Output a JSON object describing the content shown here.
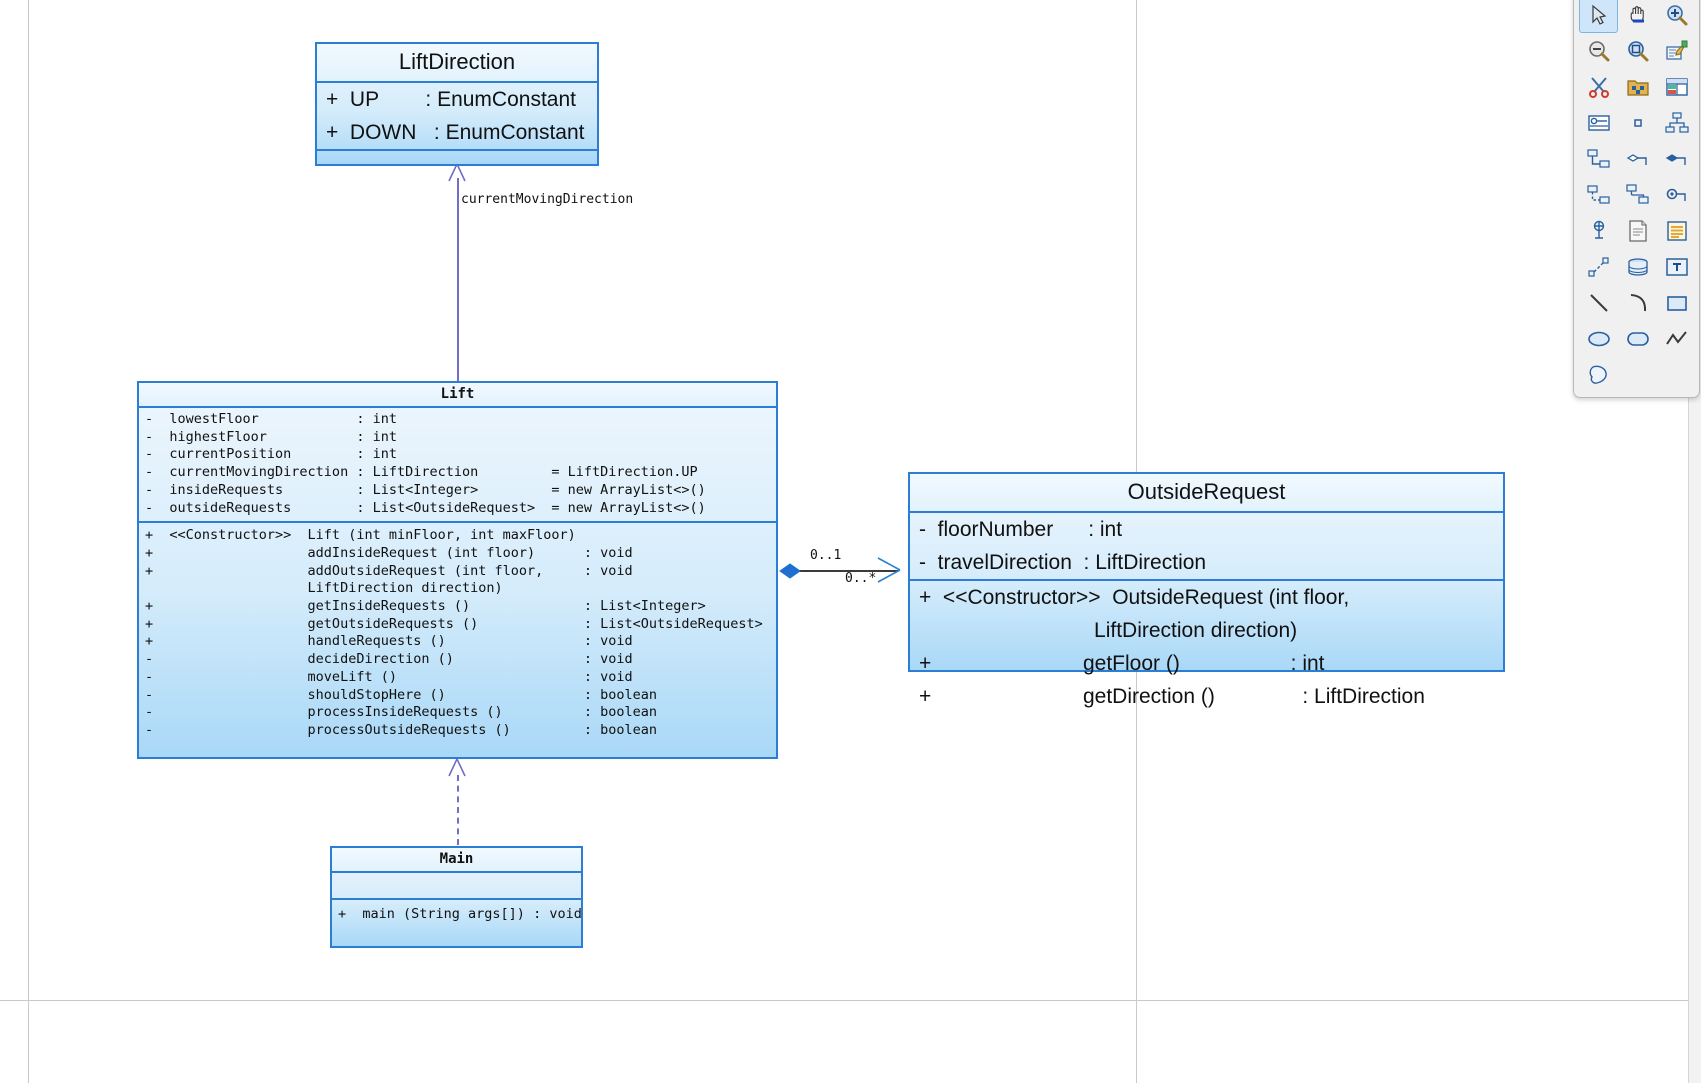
{
  "diagram": {
    "type": "uml-class-diagram",
    "classes": [
      {
        "id": "liftdirection",
        "name": "LiftDirection",
        "style": "sans",
        "attributes": [
          "+  UP        : EnumConstant",
          "+  DOWN   : EnumConstant"
        ],
        "operations": []
      },
      {
        "id": "lift",
        "name": "Lift",
        "style": "mono",
        "attributes": [
          "-  lowestFloor            : int",
          "-  highestFloor           : int",
          "-  currentPosition        : int",
          "-  currentMovingDirection : LiftDirection         = LiftDirection.UP",
          "-  insideRequests         : List<Integer>         = new ArrayList<>()",
          "-  outsideRequests        : List<OutsideRequest>  = new ArrayList<>()"
        ],
        "operations": [
          "+  <<Constructor>>  Lift (int minFloor, int maxFloor)",
          "+                   addInsideRequest (int floor)      : void",
          "+                   addOutsideRequest (int floor,     : void",
          "                    LiftDirection direction)",
          "+                   getInsideRequests ()              : List<Integer>",
          "+                   getOutsideRequests ()             : List<OutsideRequest>",
          "+                   handleRequests ()                 : void",
          "-                   decideDirection ()                : void",
          "-                   moveLift ()                       : void",
          "-                   shouldStopHere ()                 : boolean",
          "-                   processInsideRequests ()          : boolean",
          "-                   processOutsideRequests ()         : boolean"
        ]
      },
      {
        "id": "outsiderequest",
        "name": "OutsideRequest",
        "style": "sans",
        "attributes": [
          "-  floorNumber      : int",
          "-  travelDirection  : LiftDirection"
        ],
        "operations": [
          "+  <<Constructor>>  OutsideRequest (int floor,",
          "                              LiftDirection direction)",
          "+                          getFloor ()                   : int",
          "+                          getDirection ()               : LiftDirection"
        ]
      },
      {
        "id": "main",
        "name": "Main",
        "style": "mono",
        "attributes": [],
        "operations": [
          "+  main (String args[]) : void"
        ]
      }
    ],
    "relationships": [
      {
        "id": "lift-liftdirection",
        "from": "Lift",
        "to": "LiftDirection",
        "kind": "association",
        "label": "currentMovingDirection"
      },
      {
        "id": "lift-outsiderequest",
        "from": "Lift",
        "to": "OutsideRequest",
        "kind": "aggregation",
        "source_multiplicity": "0..1",
        "target_multiplicity": "0..*"
      },
      {
        "id": "main-lift",
        "from": "Main",
        "to": "Lift",
        "kind": "dependency",
        "label": ""
      }
    ]
  },
  "toolbar": {
    "selected_index": 0,
    "tools": [
      {
        "name": "select-pointer-tool",
        "icon": "cursor-arrow-icon"
      },
      {
        "name": "pan-hand-tool",
        "icon": "hand-icon"
      },
      {
        "name": "zoom-in-tool",
        "icon": "magnifier-plus-icon"
      },
      {
        "name": "zoom-out-tool",
        "icon": "magnifier-minus-icon"
      },
      {
        "name": "zoom-fit-tool",
        "icon": "magnifier-fit-icon"
      },
      {
        "name": "annotate-note-tool",
        "icon": "note-pencil-icon"
      },
      {
        "name": "cut-tool",
        "icon": "scissors-icon"
      },
      {
        "name": "package-tool",
        "icon": "package-folder-icon"
      },
      {
        "name": "class-table-tool",
        "icon": "class-table-icon"
      },
      {
        "name": "interface-tool",
        "icon": "interface-icon"
      },
      {
        "name": "small-square-tool",
        "icon": "small-square-icon"
      },
      {
        "name": "hierarchy-tool",
        "icon": "hierarchy-icon"
      },
      {
        "name": "generalization-tool",
        "icon": "generalization-icon"
      },
      {
        "name": "aggregation-tool",
        "icon": "aggregation-diamond-icon"
      },
      {
        "name": "composition-tool",
        "icon": "composition-diamond-icon"
      },
      {
        "name": "realization-tool",
        "icon": "realization-icon"
      },
      {
        "name": "dependency-tool",
        "icon": "dependency-icon"
      },
      {
        "name": "port-link-tool",
        "icon": "port-link-icon"
      },
      {
        "name": "anchor-point-tool",
        "icon": "anchor-point-icon"
      },
      {
        "name": "document-tool",
        "icon": "document-icon"
      },
      {
        "name": "note-tool",
        "icon": "note-lines-icon"
      },
      {
        "name": "connector-tool",
        "icon": "connector-icon"
      },
      {
        "name": "database-tool",
        "icon": "database-icon"
      },
      {
        "name": "text-tool",
        "icon": "text-box-icon"
      },
      {
        "name": "line-tool",
        "icon": "line-icon"
      },
      {
        "name": "arc-tool",
        "icon": "arc-icon"
      },
      {
        "name": "rectangle-tool",
        "icon": "rectangle-icon"
      },
      {
        "name": "ellipse-tool",
        "icon": "ellipse-icon"
      },
      {
        "name": "rounded-rect-tool",
        "icon": "rounded-rect-icon"
      },
      {
        "name": "polyline-tool",
        "icon": "polyline-icon"
      },
      {
        "name": "freeform-tool",
        "icon": "freeform-shape-icon"
      }
    ]
  },
  "colors": {
    "class_border": "#2a7fd4",
    "class_fill_top": "#eef6fd",
    "class_fill_bottom": "#a9d8f7",
    "connector_purple": "#6f6fc8",
    "connector_dark": "#3b3b3b",
    "canvas_background": "#ffffff",
    "toolbar_background": "#f0f0f0",
    "toolbar_selected": "#cfe6fa"
  }
}
